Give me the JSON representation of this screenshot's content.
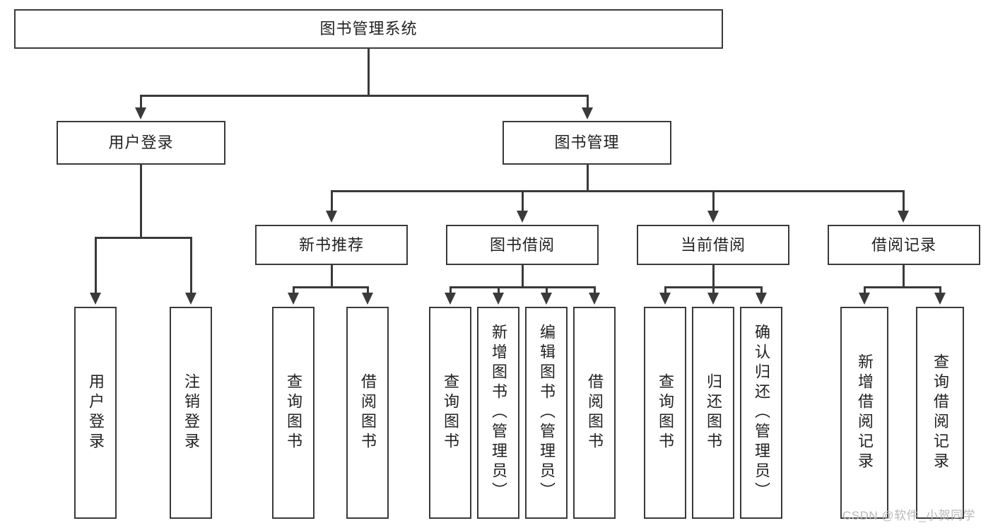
{
  "diagram": {
    "type": "tree-hierarchy",
    "title": "图书管理系统",
    "root": {
      "label": "图书管理系统"
    },
    "level2": [
      {
        "label": "用户登录"
      },
      {
        "label": "图书管理"
      }
    ],
    "level3": [
      {
        "label": "新书推荐"
      },
      {
        "label": "图书借阅"
      },
      {
        "label": "当前借阅"
      },
      {
        "label": "借阅记录"
      }
    ],
    "leaves": {
      "user_login": [
        {
          "label": "用户登录"
        },
        {
          "label": "注销登录"
        }
      ],
      "new_book_recommend": [
        {
          "label": "查询图书"
        },
        {
          "label": "借阅图书"
        }
      ],
      "book_borrow": [
        {
          "label": "查询图书"
        },
        {
          "label": "新增图书（管理员）"
        },
        {
          "label": "编辑图书（管理员）"
        },
        {
          "label": "借阅图书"
        }
      ],
      "current_borrow": [
        {
          "label": "查询图书"
        },
        {
          "label": "归还图书"
        },
        {
          "label": "确认归还（管理员）"
        }
      ],
      "borrow_record": [
        {
          "label": "新增借阅记录"
        },
        {
          "label": "查询借阅记录"
        }
      ]
    }
  },
  "watermark": {
    "text": "CSDN @软件_小贺同学"
  },
  "colors": {
    "stroke": "#3a3a3a",
    "background": "#ffffff",
    "text": "#222222",
    "watermark": "#b9b9b9"
  }
}
